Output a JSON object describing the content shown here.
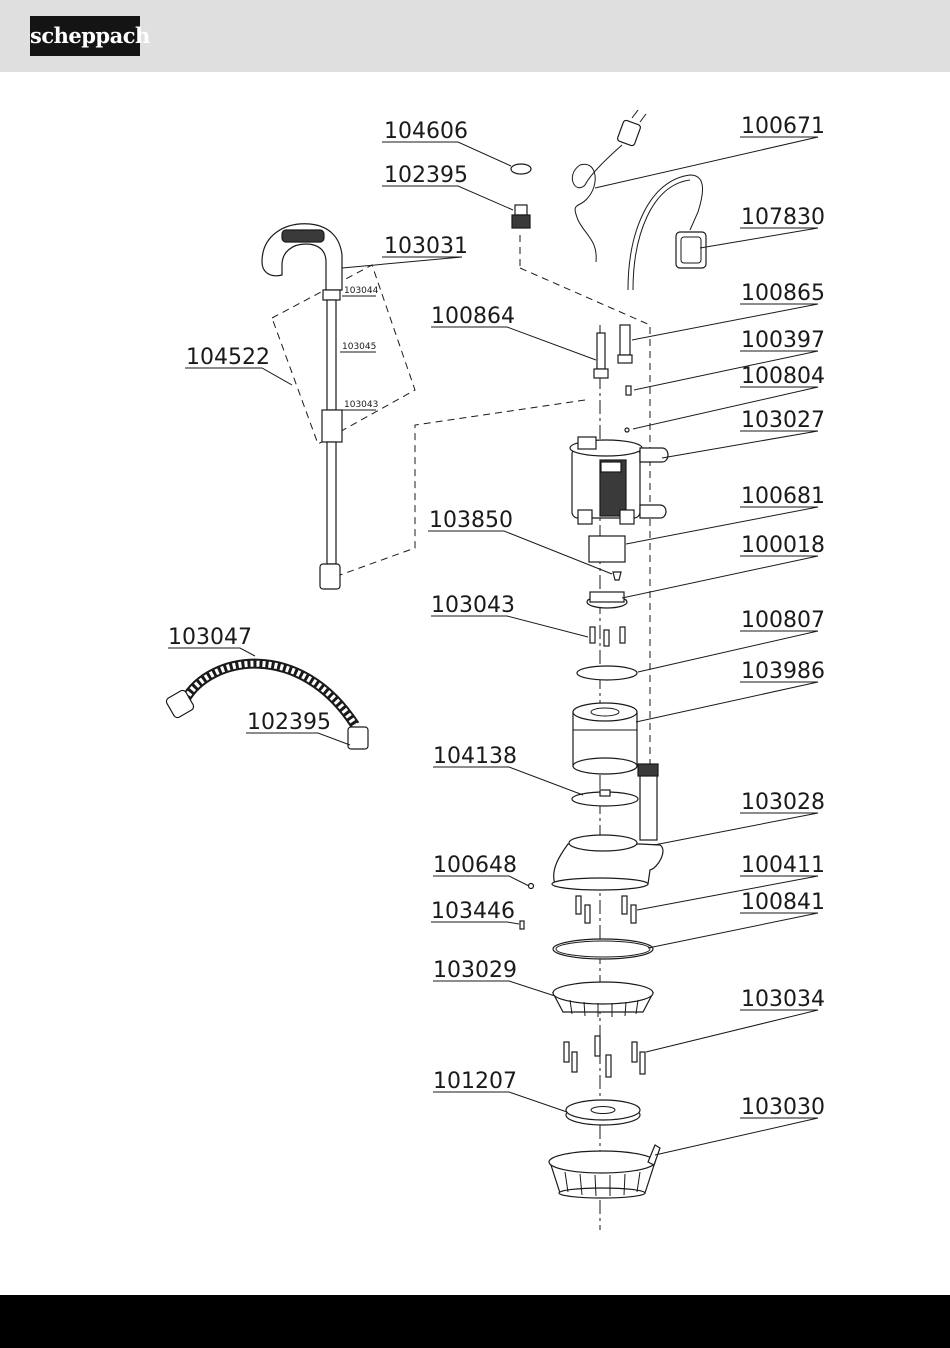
{
  "header": {
    "brand": "scheppach",
    "brand_color": "#141414",
    "background": "#dfdfdf"
  },
  "footer": {
    "color": "#000000"
  },
  "diagram": {
    "parts": [
      {
        "id": "p104606",
        "label": "104606"
      },
      {
        "id": "p102395a",
        "label": "102395"
      },
      {
        "id": "p103031",
        "label": "103031"
      },
      {
        "id": "p103044",
        "label": "103044"
      },
      {
        "id": "p103045",
        "label": "103045"
      },
      {
        "id": "p103043a",
        "label": "103043"
      },
      {
        "id": "p104522",
        "label": "104522"
      },
      {
        "id": "p103047",
        "label": "103047"
      },
      {
        "id": "p102395b",
        "label": "102395"
      },
      {
        "id": "p100671",
        "label": "100671"
      },
      {
        "id": "p107830",
        "label": "107830"
      },
      {
        "id": "p100865",
        "label": "100865"
      },
      {
        "id": "p100864",
        "label": "100864"
      },
      {
        "id": "p100397",
        "label": "100397"
      },
      {
        "id": "p100804",
        "label": "100804"
      },
      {
        "id": "p103027",
        "label": "103027"
      },
      {
        "id": "p100681",
        "label": "100681"
      },
      {
        "id": "p103850",
        "label": "103850"
      },
      {
        "id": "p100018",
        "label": "100018"
      },
      {
        "id": "p103043b",
        "label": "103043"
      },
      {
        "id": "p100807",
        "label": "100807"
      },
      {
        "id": "p103986",
        "label": "103986"
      },
      {
        "id": "p104138",
        "label": "104138"
      },
      {
        "id": "p103028",
        "label": "103028"
      },
      {
        "id": "p100648",
        "label": "100648"
      },
      {
        "id": "p100411",
        "label": "100411"
      },
      {
        "id": "p103446",
        "label": "103446"
      },
      {
        "id": "p100841",
        "label": "100841"
      },
      {
        "id": "p103029",
        "label": "103029"
      },
      {
        "id": "p103034",
        "label": "103034"
      },
      {
        "id": "p101207",
        "label": "101207"
      },
      {
        "id": "p103030",
        "label": "103030"
      }
    ]
  }
}
